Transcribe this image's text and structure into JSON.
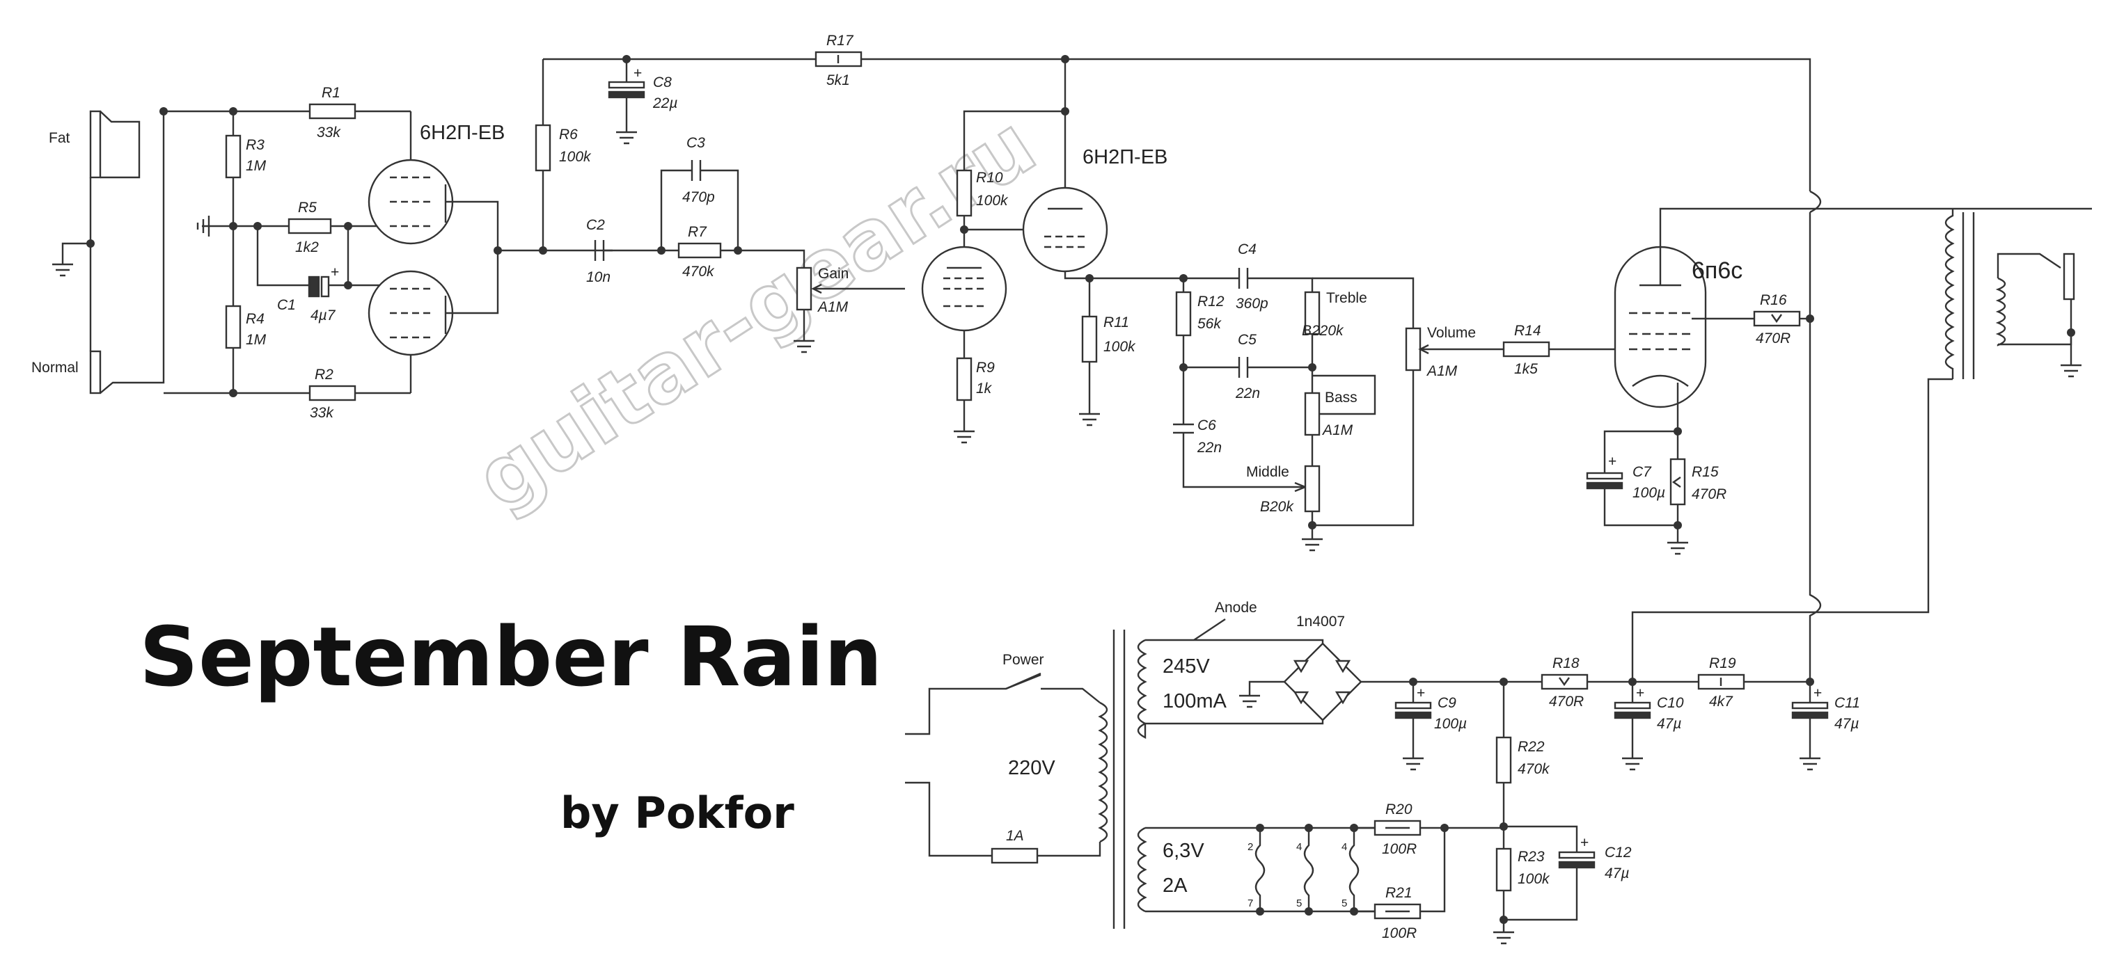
{
  "diagram": {
    "title": "September Rain",
    "author": "by Pokfor",
    "watermark": "guitar-gear.ru",
    "inputs": {
      "fat": "Fat",
      "normal": "Normal"
    },
    "tubes": [
      {
        "id": "V1",
        "type": "6Н2П-ЕВ"
      },
      {
        "id": "V2",
        "type": "6Н2П-ЕВ"
      },
      {
        "id": "V3",
        "type": "6п6с"
      }
    ],
    "resistors": [
      {
        "ref": "R1",
        "value": "33k"
      },
      {
        "ref": "R2",
        "value": "33k"
      },
      {
        "ref": "R3",
        "value": "1M"
      },
      {
        "ref": "R4",
        "value": "1M"
      },
      {
        "ref": "R5",
        "value": "1k2"
      },
      {
        "ref": "R6",
        "value": "100k"
      },
      {
        "ref": "R7",
        "value": "470k"
      },
      {
        "ref": "R9",
        "value": "1k"
      },
      {
        "ref": "R10",
        "value": "100k"
      },
      {
        "ref": "R11",
        "value": "100k"
      },
      {
        "ref": "R12",
        "value": "56k"
      },
      {
        "ref": "R14",
        "value": "1k5"
      },
      {
        "ref": "R15",
        "value": "470R"
      },
      {
        "ref": "R16",
        "value": "470R"
      },
      {
        "ref": "R17",
        "value": "5k1"
      },
      {
        "ref": "R18",
        "value": "470R"
      },
      {
        "ref": "R19",
        "value": "4k7"
      },
      {
        "ref": "R20",
        "value": "100R"
      },
      {
        "ref": "R21",
        "value": "100R"
      },
      {
        "ref": "R22",
        "value": "470k"
      },
      {
        "ref": "R23",
        "value": "100k"
      }
    ],
    "capacitors": [
      {
        "ref": "C1",
        "value": "4µ7"
      },
      {
        "ref": "C2",
        "value": "10n"
      },
      {
        "ref": "C3",
        "value": "470p"
      },
      {
        "ref": "C4",
        "value": "360p"
      },
      {
        "ref": "C5",
        "value": "22n"
      },
      {
        "ref": "C6",
        "value": "22n"
      },
      {
        "ref": "C7",
        "value": "100µ"
      },
      {
        "ref": "C8",
        "value": "22µ"
      },
      {
        "ref": "C9",
        "value": "100µ"
      },
      {
        "ref": "C10",
        "value": "47µ"
      },
      {
        "ref": "C11",
        "value": "47µ"
      },
      {
        "ref": "C12",
        "value": "47µ"
      }
    ],
    "pots": [
      {
        "name": "Gain",
        "value": "A1M"
      },
      {
        "name": "Treble",
        "value": "B220k"
      },
      {
        "name": "Bass",
        "value": "A1M"
      },
      {
        "name": "Middle",
        "value": "B20k"
      },
      {
        "name": "Volume",
        "value": "A1M"
      }
    ],
    "plus_sign": "+",
    "power": {
      "switch_label": "Power",
      "mains": "220V",
      "fuse": "1A",
      "anode_label": "Anode",
      "diode": "1n4007",
      "ht_voltage": "245V",
      "ht_current": "100mA",
      "heater_voltage": "6,3V",
      "heater_current": "2A",
      "pins": [
        "2",
        "7",
        "4",
        "5",
        "4",
        "5"
      ]
    },
    "colors": {
      "ink": "#333333",
      "watermark": "#c8c8c8"
    }
  }
}
